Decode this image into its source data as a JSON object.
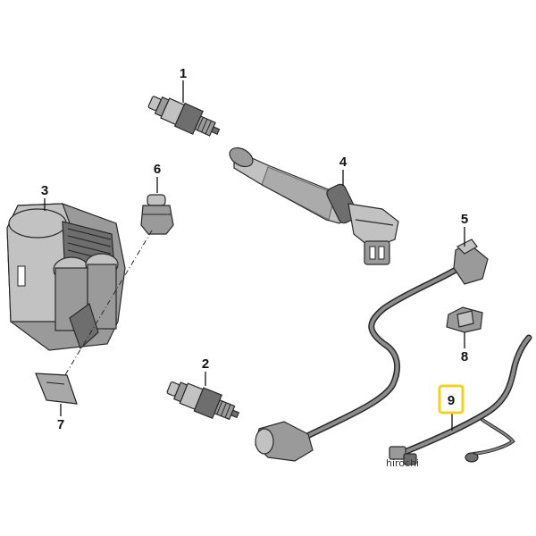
{
  "callouts": [
    {
      "id": "1",
      "label": "1"
    },
    {
      "id": "2",
      "label": "2"
    },
    {
      "id": "3",
      "label": "3"
    },
    {
      "id": "4",
      "label": "4"
    },
    {
      "id": "5",
      "label": "5"
    },
    {
      "id": "6",
      "label": "6"
    },
    {
      "id": "7",
      "label": "7"
    },
    {
      "id": "8",
      "label": "8"
    },
    {
      "id": "9",
      "label": "9"
    }
  ],
  "highlight": {
    "callout": "9",
    "color": "#f2d21b"
  },
  "watermark": "hirochi",
  "colors": {
    "background": "#ffffff",
    "ink": "#111111",
    "highlight": "#f2d21b"
  }
}
